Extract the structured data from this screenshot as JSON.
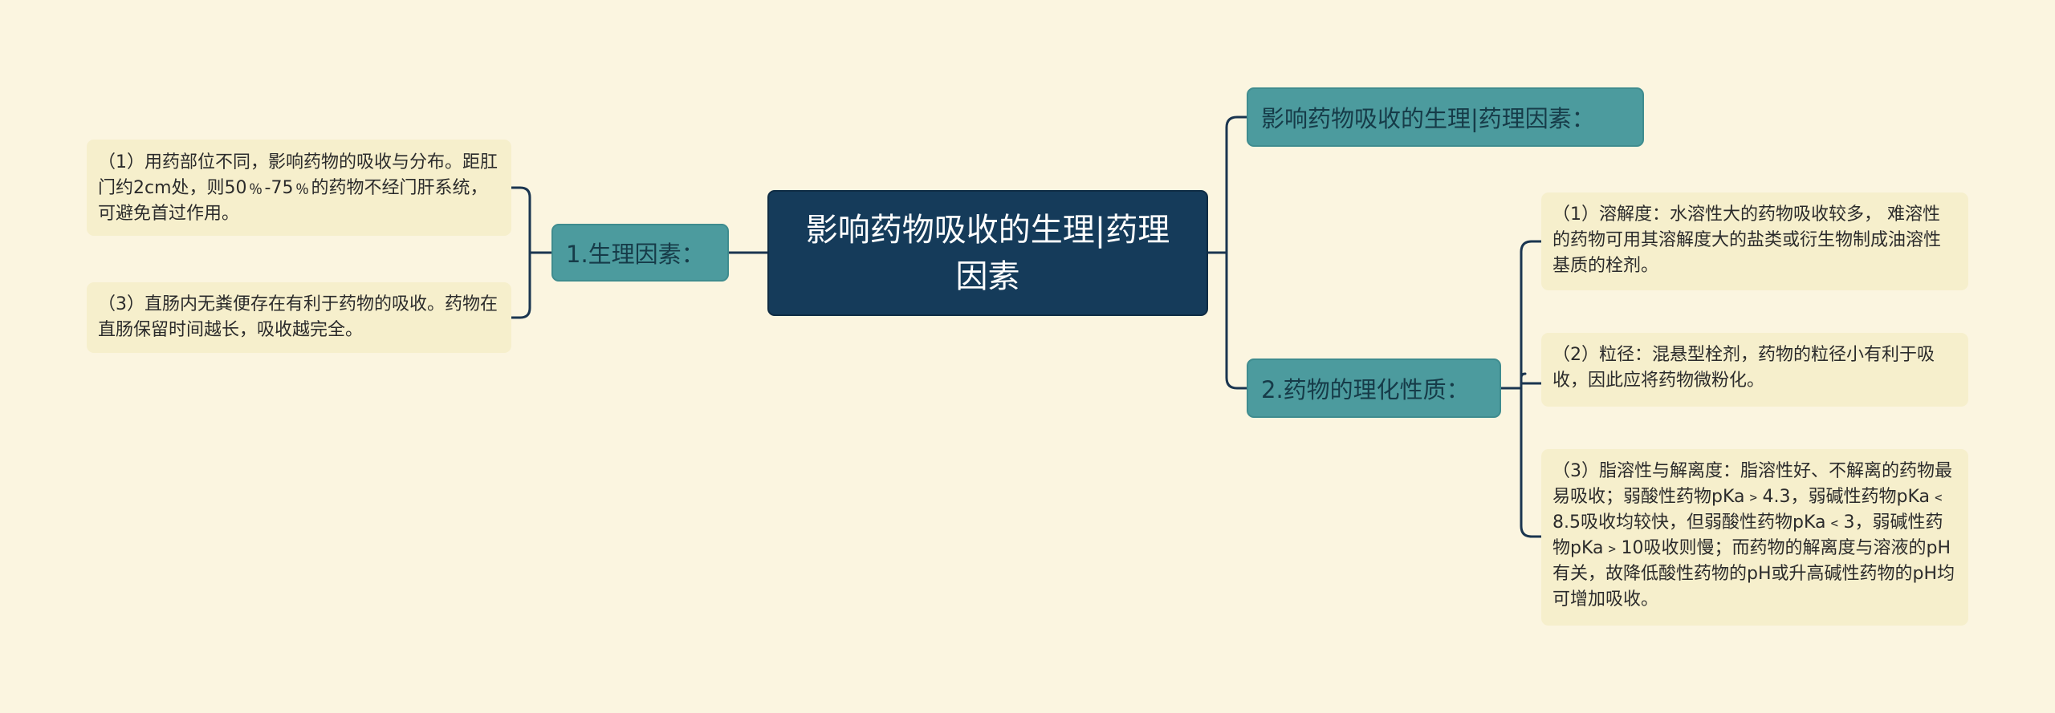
{
  "root": {
    "title": "影响药物吸收的生理|药理因素"
  },
  "left": {
    "branch": "1.生理因素：",
    "leaves": [
      "（1）用药部位不同，影响药物的吸收与分布。距肛门约2cm处，则50﹪-75﹪的药物不经门肝系统，可避免首过作用。",
      "（3）直肠内无粪便存在有利于药物的吸收。药物在直肠保留时间越长，吸收越完全。"
    ]
  },
  "right": {
    "top_branch": "影响药物吸收的生理|药理因素：",
    "branch": "2.药物的理化性质：",
    "leaves": [
      "（1）溶解度：水溶性大的药物吸收较多， 难溶性的药物可用其溶解度大的盐类或衍生物制成油溶性基质的栓剂。",
      "（2）粒径：混悬型栓剂，药物的粒径小有利于吸收，因此应将药物微粉化。",
      "（3）脂溶性与解离度：脂溶性好、不解离的药物最易吸收；弱酸性药物pKa﹥4.3，弱碱性药物pKa﹤8.5吸收均较快，但弱酸性药物pKa﹤3，弱碱性药物pKa﹥10吸收则慢；而药物的解离度与溶液的pH有关，故降低酸性药物的pH或升高碱性药物的pH均可增加吸收。"
    ]
  },
  "colors": {
    "background": "#fbf5e0",
    "root": "#153b5a",
    "branch": "#4c9b9e",
    "leaf": "#f6efcc",
    "connector": "#1a3550"
  }
}
